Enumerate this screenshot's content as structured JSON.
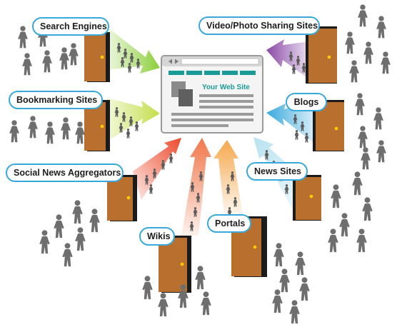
{
  "center": {
    "site_label": "Your Web Site",
    "accent_color": "#1a9b97",
    "window_bg": "#f4f4f4",
    "window_border": "#9a9a9a"
  },
  "sources": [
    {
      "id": "search-engines",
      "label": "Search Engines",
      "arrow_color": "#8ccf3a"
    },
    {
      "id": "bookmarking-sites",
      "label": "Bookmarking Sites",
      "arrow_color": "#c3de4a"
    },
    {
      "id": "social-news-aggregators",
      "label": "Social News Aggregators",
      "arrow_color": "#ec4a2c"
    },
    {
      "id": "wikis",
      "label": "Wikis",
      "arrow_color": "#f0774a"
    },
    {
      "id": "portals",
      "label": "Portals",
      "arrow_color": "#f5a94e"
    },
    {
      "id": "news-sites",
      "label": "News Sites",
      "arrow_color": "#b8e2f1"
    },
    {
      "id": "blogs",
      "label": "Blogs",
      "arrow_color": "#39a9dc"
    },
    {
      "id": "video-photo-sharing-sites",
      "label": "Video/Photo Sharing Sites",
      "arrow_color": "#8a4aa8"
    }
  ],
  "style": {
    "label_border": "#39a9dc",
    "door_color": "#b9702e",
    "door_frame": "#1b1b1b",
    "person_color": "#6e6e6e"
  }
}
